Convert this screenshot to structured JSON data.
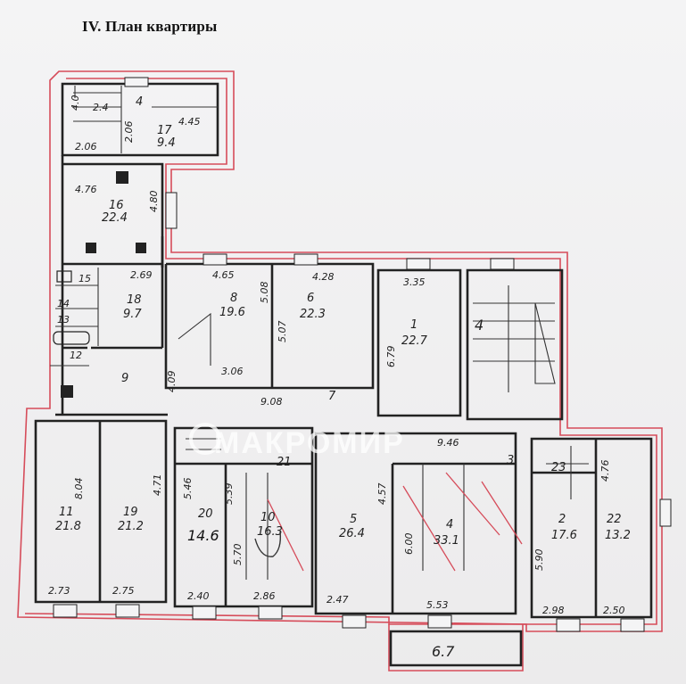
{
  "title": "IV. План квартиры",
  "watermark": "МАКРОМИР",
  "colors": {
    "outline": "#d64c5a",
    "wall": "#222222",
    "paper": "#efeeee"
  },
  "rooms": [
    {
      "no": "4",
      "area": ""
    },
    {
      "no": "17",
      "area": "9.4"
    },
    {
      "no": "16",
      "area": "22.4"
    },
    {
      "no": "15",
      "area": ""
    },
    {
      "no": "14",
      "area": ""
    },
    {
      "no": "13",
      "area": ""
    },
    {
      "no": "18",
      "area": "9.7"
    },
    {
      "no": "12",
      "area": ""
    },
    {
      "no": "9",
      "area": ""
    },
    {
      "no": "8",
      "area": "19.6"
    },
    {
      "no": "6",
      "area": "22.3"
    },
    {
      "no": "7",
      "area": ""
    },
    {
      "no": "1",
      "area": "22.7"
    },
    {
      "no": "4",
      "area": ""
    },
    {
      "no": "11",
      "area": "21.8"
    },
    {
      "no": "19",
      "area": "21.2"
    },
    {
      "no": "20",
      "area": "14.6"
    },
    {
      "no": "10",
      "area": "16.3"
    },
    {
      "no": "21",
      "area": ""
    },
    {
      "no": "5",
      "area": "26.4"
    },
    {
      "no": "4",
      "area": "33.1"
    },
    {
      "no": "3",
      "area": ""
    },
    {
      "no": "23",
      "area": ""
    },
    {
      "no": "2",
      "area": "17.6"
    },
    {
      "no": "22",
      "area": "13.2"
    }
  ],
  "dims": [
    "4.0",
    "2.4",
    "2.06",
    "2.06",
    "4.45",
    "4.76",
    "4.80",
    "2.69",
    "4.65",
    "5.08",
    "4.28",
    "5.07",
    "3.06",
    "3.35",
    "6.79",
    "4.09",
    "9.08",
    "8.04",
    "4.71",
    "2.73",
    "2.75",
    "5.46",
    "5.39",
    "5.70",
    "2.40",
    "2.86",
    "4.57",
    "2.47",
    "6.00",
    "5.53",
    "9.46",
    "4.76",
    "5.90",
    "2.98",
    "2.50",
    "6.7"
  ]
}
